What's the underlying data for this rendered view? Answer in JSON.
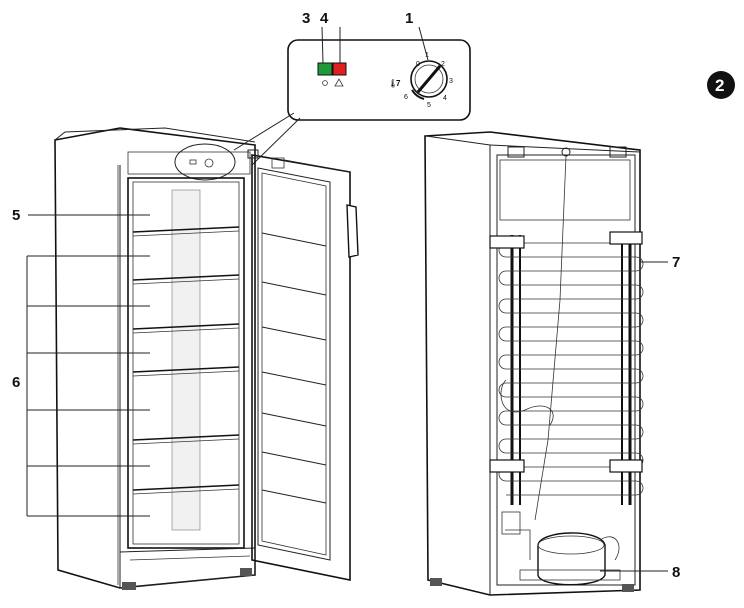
{
  "figure_badge": "2",
  "control_panel": {
    "label_indicator_green": "3",
    "label_indicator_red": "4",
    "label_dial": "1",
    "dial_numbers": [
      "0",
      "1",
      "2",
      "3",
      "4",
      "5",
      "6",
      "7"
    ],
    "indicator_colors": {
      "green": "#1e9a3a",
      "red": "#e02020"
    }
  },
  "front_view": {
    "label_top_shelf": "5",
    "label_shelves": "6"
  },
  "rear_view": {
    "label_condenser": "7",
    "label_compressor": "8"
  }
}
